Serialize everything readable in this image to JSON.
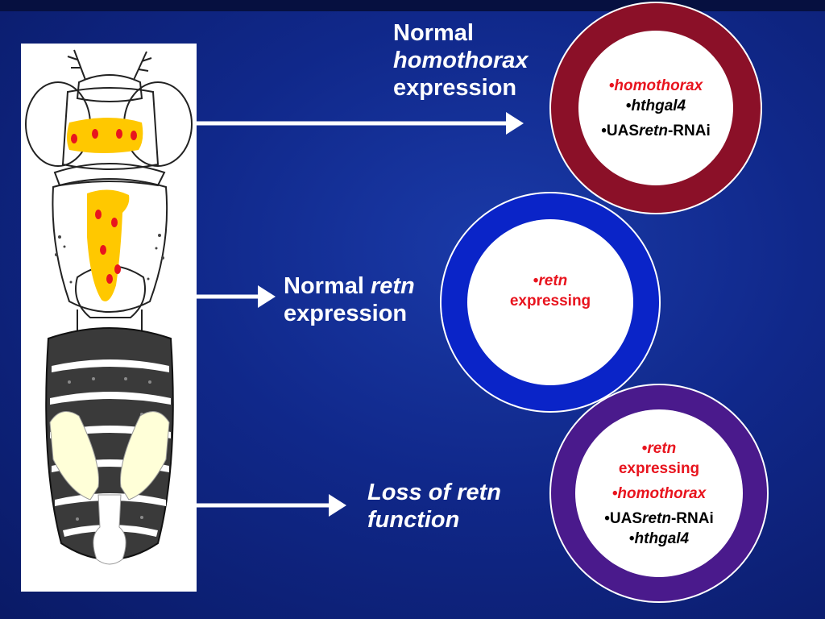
{
  "colors": {
    "background": "#10288a",
    "circle_top_ring": "#8b1028",
    "circle_mid_ring": "#0a24c8",
    "circle_bot_ring": "#4a1a8c",
    "red_text": "#e8141e",
    "expression_yellow": "#ffc800",
    "expression_dot": "#e8141e",
    "loss_region": "#ffffd8"
  },
  "labels": {
    "top": {
      "line1": "Normal",
      "line2": "homothorax",
      "line3": "expression"
    },
    "middle": {
      "line1_plain": "Normal ",
      "line1_italic": "retn",
      "line2": "expression"
    },
    "bottom": {
      "line1": "Loss of retn",
      "line2": "function"
    }
  },
  "circles": {
    "top": {
      "item1": "•homothorax",
      "item2_bullet": "•",
      "item2": "hthgal4",
      "item3_prefix": "•UAS",
      "item3_italic": "retn",
      "item3_suffix": "-RNAi"
    },
    "middle": {
      "item1_bullet": "•",
      "item1": "retn",
      "item2": "expressing"
    },
    "bottom": {
      "item1_bullet": "•",
      "item1": "retn",
      "item2": "expressing",
      "item3": "•homothorax",
      "item4_prefix": "•UAS",
      "item4_italic": "retn",
      "item4_suffix": "-RNAi",
      "item5_bullet": "•",
      "item5": "hthgal4"
    }
  },
  "icons": {
    "fly": "fly-larva-outline",
    "arrows": "right-arrow"
  }
}
